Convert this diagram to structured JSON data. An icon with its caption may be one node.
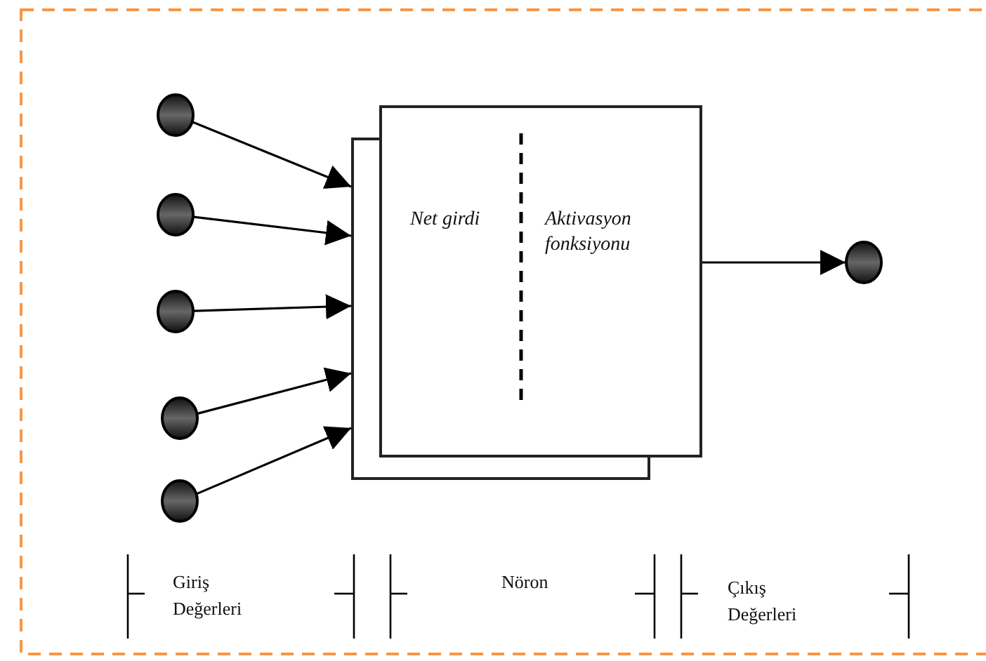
{
  "diagram": {
    "nodes": [
      {
        "text": [],
        "shape": "circle"
      },
      {
        "text": [],
        "shape": "circle"
      },
      {
        "text": [],
        "shape": "circle"
      },
      {
        "text": [],
        "shape": "circle"
      },
      {
        "text": [],
        "shape": "circle"
      },
      {
        "text": [
          "Net girdi",
          "Aktivasyon fonksiyonu"
        ]
      },
      {
        "text": [],
        "shape": "circle"
      }
    ],
    "edges": [
      {
        "from": 0,
        "to": 5,
        "arrow": "to"
      },
      {
        "from": 1,
        "to": 5,
        "arrow": "to"
      },
      {
        "from": 2,
        "to": 5,
        "arrow": "to"
      },
      {
        "from": 3,
        "to": 5,
        "arrow": "to"
      },
      {
        "from": 4,
        "to": 5,
        "arrow": "to"
      },
      {
        "from": 5,
        "to": 6,
        "arrow": "to"
      }
    ],
    "labels": [
      "Giriş Değerleri",
      "Nöron",
      "Çıkış Değerleri"
    ]
  }
}
